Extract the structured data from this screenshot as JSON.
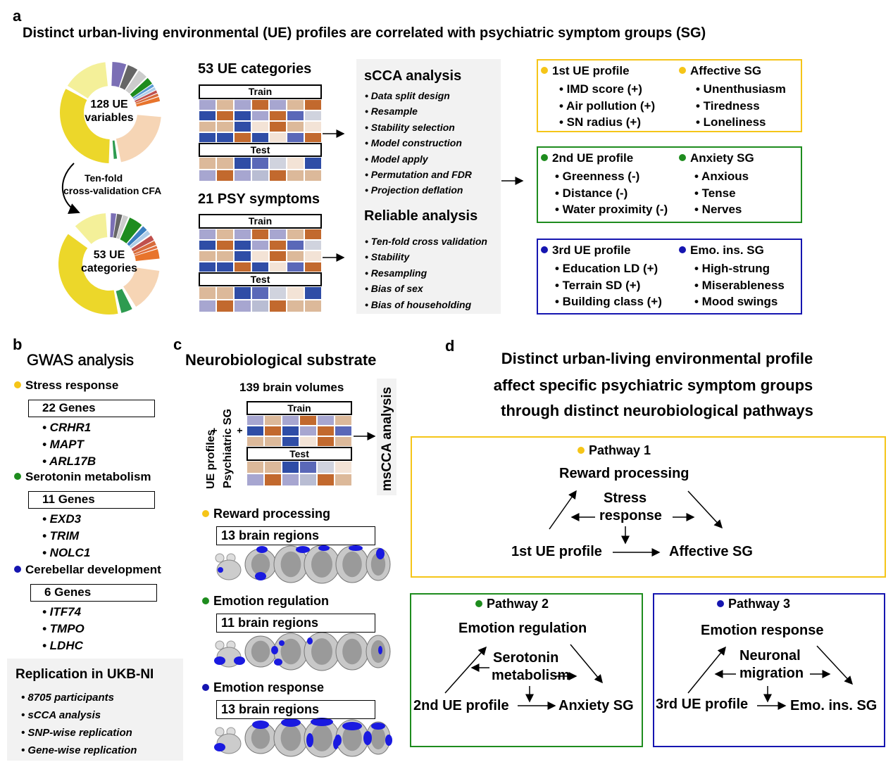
{
  "colors": {
    "yellow": "#f5c518",
    "green": "#1e8c1e",
    "blue": "#1515b0",
    "panel_gray": "#f2f2f2"
  },
  "heatmap_palette": [
    "#a7a6d0",
    "#dcb99a",
    "#c2692e",
    "#2f4da6",
    "#f3e3d6",
    "#d0d3de",
    "#5a68b8",
    "#b9bdd3"
  ],
  "panel_a": {
    "label": "a",
    "title": "Distinct urban-living environmental (UE) profiles are correlated with psychiatric symptom groups (SG)",
    "donut1_l1": "128 UE",
    "donut1_l2": "variables",
    "cfa_l1": "Ten-fold",
    "cfa_l2": "cross-validation CFA",
    "donut2_l1": "53 UE",
    "donut2_l2": "categories",
    "ue_title": "53 UE categories",
    "psy_title": "21 PSY symptoms",
    "train": "Train",
    "test": "Test",
    "scca_title": "sCCA analysis",
    "scca_items": [
      "• Data split design",
      "• Resample",
      "• Stability selection",
      "• Model construction",
      "• Model apply",
      "• Permutation and FDR",
      "• Projection deflation"
    ],
    "reliable_title": "Reliable analysis",
    "reliable_items": [
      "• Ten-fold cross validation",
      "• Stability",
      "• Resampling",
      "• Bias of sex",
      "• Bias of householding"
    ],
    "profiles": [
      {
        "ue": "1st UE profile",
        "sg": "Affective SG",
        "ue_items": [
          "• IMD score (+)",
          "• Air pollution (+)",
          "• SN radius (+)"
        ],
        "sg_items": [
          "• Unenthusiasm",
          "• Tiredness",
          "• Loneliness"
        ]
      },
      {
        "ue": "2nd UE profile",
        "sg": "Anxiety SG",
        "ue_items": [
          "• Greenness (-)",
          "• Distance (-)",
          "• Water proximity (-)"
        ],
        "sg_items": [
          "• Anxious",
          "• Tense",
          "• Nerves"
        ]
      },
      {
        "ue": "3rd UE profile",
        "sg": "Emo. ins. SG",
        "ue_items": [
          "• Education LD (+)",
          "• Terrain SD (+)",
          "• Building class (+)"
        ],
        "sg_items": [
          "• High-strung",
          "• Miserableness",
          "• Mood swings"
        ]
      }
    ]
  },
  "panel_b": {
    "label": "b",
    "title": "GWAS analysis",
    "groups": [
      {
        "name": "Stress response",
        "count": "22 Genes",
        "genes": [
          "• CRHR1",
          "• MAPT",
          "• ARL17B"
        ]
      },
      {
        "name": "Serotonin metabolism",
        "count": "11 Genes",
        "genes": [
          "• EXD3",
          "• TRIM",
          "• NOLC1"
        ]
      },
      {
        "name": "Cerebellar development",
        "count": "6 Genes",
        "genes": [
          "• ITF74",
          "• TMPO",
          "• LDHC"
        ]
      }
    ],
    "replication_title": "Replication in UKB-NI",
    "replication_items": [
      "• 8705 participants",
      "• sCCA analysis",
      "• SNP-wise replication",
      "• Gene-wise replication"
    ]
  },
  "panel_c": {
    "label": "c",
    "title": "Neurobiological substrate",
    "volumes": "139 brain volumes",
    "ue_profiles": "UE profiles",
    "psy_sg": "Psychiatric SG",
    "plus": "+",
    "mscca": "msCCA analysis",
    "pathways": [
      {
        "name": "Reward processing",
        "regions": "13 brain regions"
      },
      {
        "name": "Emotion regulation",
        "regions": "11 brain regions"
      },
      {
        "name": "Emotion response",
        "regions": "13 brain regions"
      }
    ]
  },
  "panel_d": {
    "label": "d",
    "title": [
      "Distinct urban-living environmental profile",
      "affect specific psychiatric symptom groups",
      "through distinct neurobiological pathways"
    ],
    "pathways": [
      {
        "title": "Pathway 1",
        "mediator": "Reward processing",
        "mech1": "Stress",
        "mech2": "response",
        "ue": "1st UE profile",
        "sg": "Affective SG"
      },
      {
        "title": "Pathway 2",
        "mediator": "Emotion regulation",
        "mech1": "Serotonin",
        "mech2": "metabolism",
        "ue": "2nd UE profile",
        "sg": "Anxiety SG"
      },
      {
        "title": "Pathway 3",
        "mediator": "Emotion response",
        "mech1": "Neuronal",
        "mech2": "migration",
        "ue": "3rd UE profile",
        "sg": "Emo. ins. SG"
      }
    ]
  }
}
